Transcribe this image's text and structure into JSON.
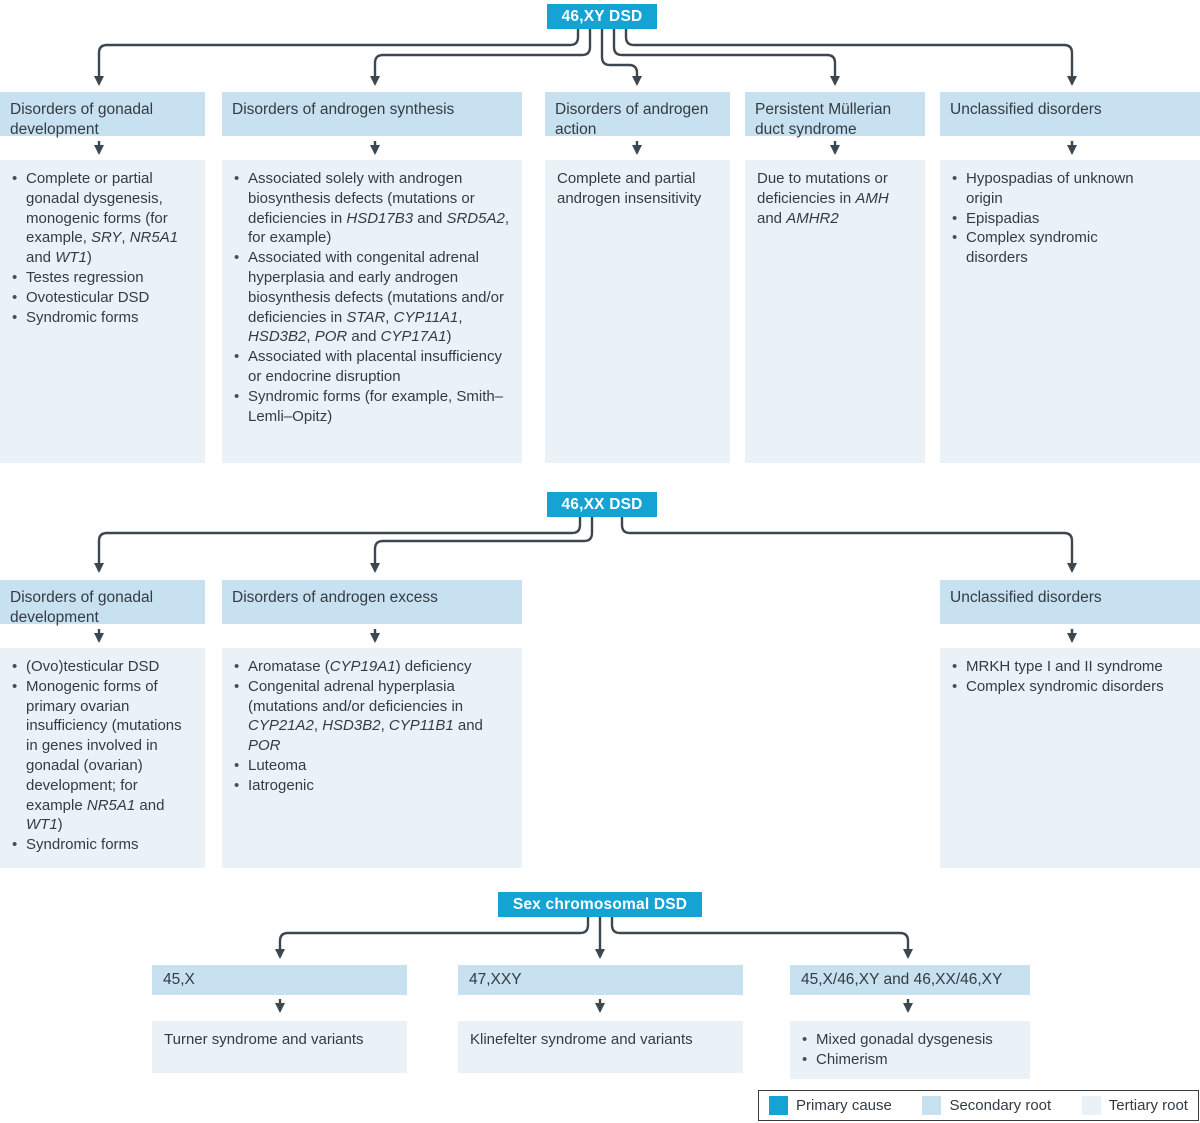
{
  "colors": {
    "primary": "#15a3d4",
    "secondary": "#c8e1f0",
    "tertiary": "#eaf2f8",
    "line": "#3d4750",
    "text": "#333b44"
  },
  "sections": [
    {
      "root": "46,XY DSD",
      "columns": [
        {
          "header": "Disorders of gonadal development",
          "bulleted": true,
          "items": [
            [
              {
                "t": "Complete or partial gonadal dysgenesis, monogenic forms (for example, "
              },
              {
                "t": "SRY",
                "i": true
              },
              {
                "t": ", "
              },
              {
                "t": "NR5A1",
                "i": true
              },
              {
                "t": " and "
              },
              {
                "t": "WT1",
                "i": true
              },
              {
                "t": ")"
              }
            ],
            [
              {
                "t": "Testes regression"
              }
            ],
            [
              {
                "t": "Ovotesticular DSD"
              }
            ],
            [
              {
                "t": "Syndromic forms"
              }
            ]
          ]
        },
        {
          "header": "Disorders of androgen synthesis",
          "bulleted": true,
          "items": [
            [
              {
                "t": "Associated solely with androgen biosynthesis defects (mutations or deficiencies in "
              },
              {
                "t": "HSD17B3",
                "i": true
              },
              {
                "t": " and "
              },
              {
                "t": "SRD5A2",
                "i": true
              },
              {
                "t": ", for example)"
              }
            ],
            [
              {
                "t": "Associated with congenital adrenal hyperplasia and early androgen biosynthesis defects (mutations and/or deficiencies in "
              },
              {
                "t": "STAR",
                "i": true
              },
              {
                "t": ", "
              },
              {
                "t": "CYP11A1",
                "i": true
              },
              {
                "t": ", "
              },
              {
                "t": "HSD3B2",
                "i": true
              },
              {
                "t": ", "
              },
              {
                "t": "POR",
                "i": true
              },
              {
                "t": " and "
              },
              {
                "t": "CYP17A1",
                "i": true
              },
              {
                "t": ")"
              }
            ],
            [
              {
                "t": "Associated with placental insufficiency or endocrine disruption"
              }
            ],
            [
              {
                "t": "Syndromic forms (for example, Smith–Lemli–Opitz)"
              }
            ]
          ]
        },
        {
          "header": "Disorders of androgen action",
          "bulleted": false,
          "items": [
            [
              {
                "t": "Complete and partial androgen insensitivity"
              }
            ]
          ]
        },
        {
          "header": "Persistent Müllerian duct syndrome",
          "bulleted": false,
          "items": [
            [
              {
                "t": "Due to mutations or deficiencies in "
              },
              {
                "t": "AMH",
                "i": true
              },
              {
                "t": " and "
              },
              {
                "t": "AMHR2",
                "i": true
              }
            ]
          ]
        },
        {
          "header": "Unclassified disorders",
          "bulleted": true,
          "items": [
            [
              {
                "t": "Hypospadias of unknown origin"
              }
            ],
            [
              {
                "t": "Epispadias"
              }
            ],
            [
              {
                "t": "Complex syndromic disorders"
              }
            ]
          ]
        }
      ]
    },
    {
      "root": "46,XX DSD",
      "columns": [
        {
          "header": "Disorders of gonadal development",
          "bulleted": true,
          "items": [
            [
              {
                "t": "(Ovo)testicular DSD"
              }
            ],
            [
              {
                "t": "Monogenic forms of primary ovarian insufficiency (mutations in genes involved in gonadal (ovarian) development; for example "
              },
              {
                "t": "NR5A1",
                "i": true
              },
              {
                "t": " and "
              },
              {
                "t": "WT1",
                "i": true
              },
              {
                "t": ")"
              }
            ],
            [
              {
                "t": "Syndromic forms"
              }
            ]
          ]
        },
        {
          "header": "Disorders of androgen excess",
          "bulleted": true,
          "items": [
            [
              {
                "t": "Aromatase ("
              },
              {
                "t": "CYP19A1",
                "i": true
              },
              {
                "t": ") deficiency"
              }
            ],
            [
              {
                "t": "Congenital adrenal hyperplasia (mutations and/or deficiencies in "
              },
              {
                "t": "CYP21A2",
                "i": true
              },
              {
                "t": ", "
              },
              {
                "t": "HSD3B2",
                "i": true
              },
              {
                "t": ", "
              },
              {
                "t": "CYP11B1",
                "i": true
              },
              {
                "t": " and "
              },
              {
                "t": "POR",
                "i": true
              }
            ],
            [
              {
                "t": "Luteoma"
              }
            ],
            [
              {
                "t": "Iatrogenic"
              }
            ]
          ]
        },
        {
          "header": "Unclassified disorders",
          "bulleted": true,
          "items": [
            [
              {
                "t": "MRKH type I and II syndrome"
              }
            ],
            [
              {
                "t": "Complex syndromic disorders"
              }
            ]
          ]
        }
      ]
    },
    {
      "root": "Sex chromosomal DSD",
      "columns": [
        {
          "header": "45,X",
          "bulleted": false,
          "items": [
            [
              {
                "t": "Turner syndrome and variants"
              }
            ]
          ]
        },
        {
          "header": "47,XXY",
          "bulleted": false,
          "items": [
            [
              {
                "t": "Klinefelter syndrome and variants"
              }
            ]
          ]
        },
        {
          "header": "45,X/46,XY and 46,XX/46,XY",
          "bulleted": true,
          "items": [
            [
              {
                "t": "Mixed gonadal dysgenesis"
              }
            ],
            [
              {
                "t": "Chimerism"
              }
            ]
          ]
        }
      ]
    }
  ],
  "legend": {
    "items": [
      {
        "label": "Primary cause",
        "color": "#15a3d4"
      },
      {
        "label": "Secondary root",
        "color": "#c8e1f0"
      },
      {
        "label": "Tertiary root",
        "color": "#eaf2f8"
      }
    ]
  }
}
